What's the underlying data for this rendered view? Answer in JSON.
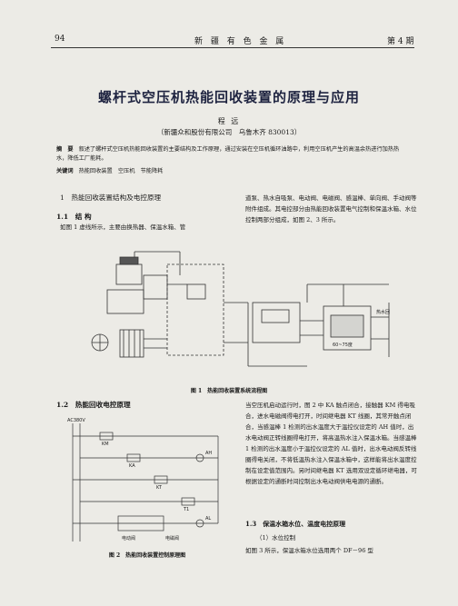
{
  "header": {
    "page": "94",
    "journal": "新 疆 有 色 金 属",
    "issue": "第 4 期"
  },
  "title": "螺杆式空压机热能回收装置的原理与应用",
  "author": "程 远",
  "affiliation": "（新疆众和股份有限公司　乌鲁木齐 830013）",
  "abstract": {
    "label": "摘　要",
    "text": "叙述了螺杆式空压机热能回收装置的主要结构及工作原理，通过安装在空压机循环油路中，利用空压机产生的高温余热进行加热热水，降低工厂能耗。"
  },
  "keywords": {
    "label": "关键词",
    "text": "热能回收装置　空压机　节能降耗"
  },
  "section1": "1　热能回收装置结构及电控原理",
  "section1_1": "1.1　结 构",
  "para_left1": "如图 1 虚线所示，主要由换热器、保温水箱、管",
  "para_right1": "道泵、热水自吸泵、电动阀、电磁阀、感温棒、单向阀、手动阀等附件组成。其电控部分由热能回收装置电气控制和保温水箱、水位控制两部分组成，如图 2、3 所示。",
  "figure1": {
    "caption": "图 1　热能回收装置系统流程图",
    "labels": [
      "热水回",
      "60~75度"
    ]
  },
  "section1_2": "1.2　热能回收电控原理",
  "figure2": {
    "caption": "图 2　热能回收装置控制原理图",
    "labels": [
      "AC380V",
      "KM",
      "KA",
      "KT",
      "T1",
      "AH",
      "AL",
      "电动阀",
      "电磁阀"
    ]
  },
  "para_right2": "当空压机启动运行时，图 2 中 KA 触点闭合，接触器 KM 得电吸合，进水电磁阀得电打开，时间继电器 KT 线圈，其常开触点闭合，当感温棒 1 检测的出水温度大于温控仪设定的 AH 值时，出水电动阀正转线圈得电打开，将高温热水注入保温水箱。当感温棒 1 检测的出水温度小于温控仪设定的 AL 值时，出水电动阀反转线圈得电关闭，不将低温热水注入保温水箱中，这样能将出水温度控制在设定值范围内。另时间继电器 KT 选用双设定循环继电器，可根据设定的通断时间控制出水电动阀供电电源的通断。",
  "section1_3": "1.3　保温水箱水位、温度电控原理",
  "sub1": "（1）水位控制",
  "para_right3": "如图 3 所示，保温水箱水位选用两个 DF－96 型"
}
